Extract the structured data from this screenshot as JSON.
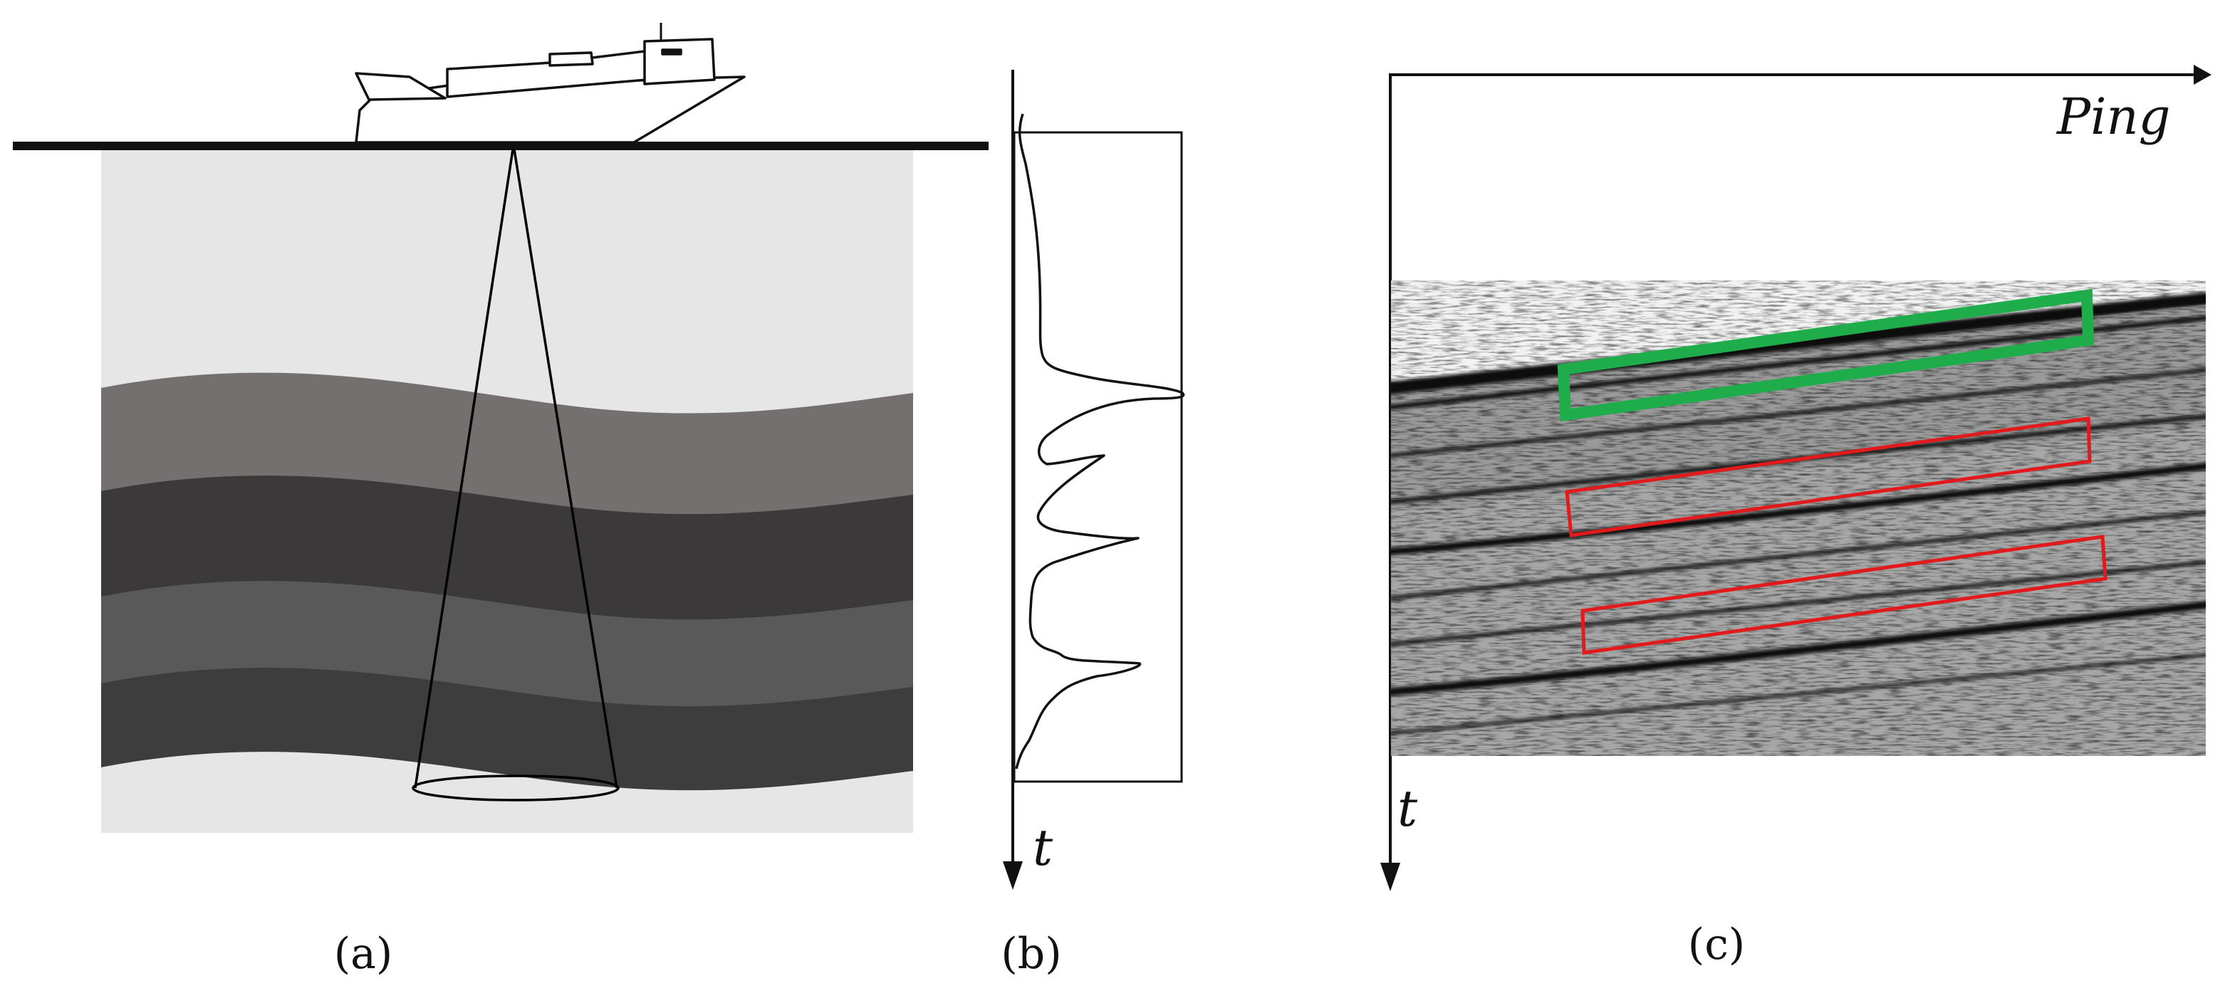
{
  "panels": {
    "a": {
      "caption": "(a)",
      "colors": {
        "background": "#e6e6e6",
        "layer1": "#747070",
        "layer2": "#3b393a",
        "layer3": "#595959",
        "layer4": "#3d3d3d",
        "sea_surface": "#111111",
        "ship_outline": "#111111"
      },
      "icons": [
        "ship-icon",
        "sonar-beam-cone"
      ]
    },
    "b": {
      "caption": "(b)",
      "axis_label": "t"
    },
    "c": {
      "caption": "(c)",
      "x_axis_label": "Ping",
      "y_axis_label": "t",
      "colors": {
        "seabed_box": "#1fac4b",
        "subbottom_box": "#e31a1c",
        "echogram_background": "#f2f2f2",
        "echogram_reflector": "#0a0a0a"
      }
    }
  }
}
